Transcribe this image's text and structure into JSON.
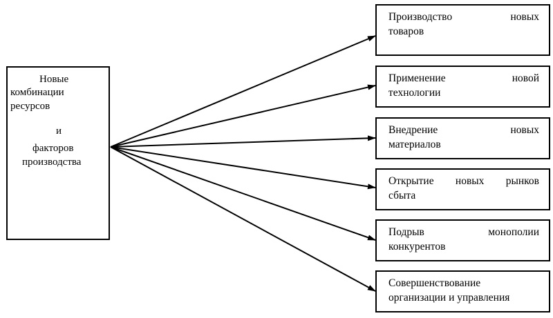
{
  "source": {
    "lines": [
      "Новые",
      "комбинации",
      "ресурсов",
      "и",
      "факторов",
      "производства"
    ]
  },
  "targets": [
    {
      "line1": [
        "Производство",
        "новых"
      ],
      "line2": "товаров"
    },
    {
      "line1": [
        "Применение",
        "новой"
      ],
      "line2": "технологии"
    },
    {
      "line1": [
        "Внедрение",
        "новых"
      ],
      "line2": "материалов"
    },
    {
      "line1": [
        "Открытие",
        "новых",
        "рынков"
      ],
      "line2": "сбыта"
    },
    {
      "line1": [
        "Подрыв",
        "монополии"
      ],
      "line2": "конкурентов"
    },
    {
      "line1": [
        "Совершенствование"
      ],
      "line2": "организации и управления"
    }
  ],
  "colors": {
    "stroke": "#000000",
    "background": "#ffffff"
  }
}
